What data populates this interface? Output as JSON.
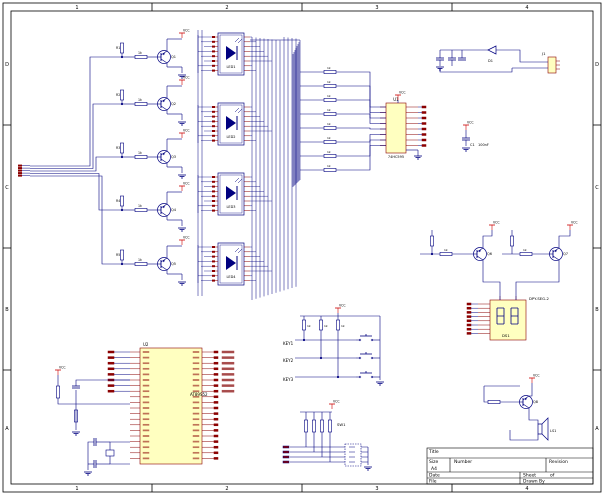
{
  "frame": {
    "col_labels": [
      "1",
      "2",
      "3",
      "4"
    ],
    "row_labels": [
      "D",
      "C",
      "B",
      "A"
    ]
  },
  "colors": {
    "wire": "#000080",
    "frame": "#000000",
    "component": "#000080",
    "pin": "#8b0000",
    "ic_fill": "#ffffc0",
    "power": "#cc0000",
    "net_label": "#800000",
    "junction": "#000080"
  },
  "power_labels": {
    "vcc": "VCC"
  },
  "matrices": [
    {
      "designator": "LED1",
      "icon": "led-matrix-icon"
    },
    {
      "designator": "LED2",
      "icon": "led-matrix-icon"
    },
    {
      "designator": "LED3",
      "icon": "led-matrix-icon"
    },
    {
      "designator": "LED4",
      "icon": "led-matrix-icon"
    }
  ],
  "left_transistors": [
    {
      "designator": "Q1",
      "base_resistor": "R1"
    },
    {
      "designator": "Q2",
      "base_resistor": "R2"
    },
    {
      "designator": "Q3",
      "base_resistor": "R3"
    },
    {
      "designator": "Q4",
      "base_resistor": "R4"
    },
    {
      "designator": "Q5",
      "base_resistor": "R5"
    }
  ],
  "resistor_value": "1k",
  "driver_ic": {
    "designator": "U1",
    "part": "74HC595"
  },
  "bypass_cap": {
    "designator": "C1",
    "value": "100nF"
  },
  "power_connector": {
    "designator": "J1",
    "diode": "D1"
  },
  "digit_transistors": [
    "Q6",
    "Q7"
  ],
  "seven_segment": {
    "designator": "DS1",
    "part": "DPY-SEG-2"
  },
  "keys": [
    "KEY1",
    "KEY2",
    "KEY3"
  ],
  "mcu": {
    "designator": "U2",
    "part": "AT89S52"
  },
  "buzzer": {
    "designator": "LS1",
    "transistor": "Q8"
  },
  "dip_switch": {
    "designator": "SW1"
  },
  "title_block": {
    "title_label": "Title",
    "size_label": "Size",
    "size_value": "A4",
    "number_label": "Number",
    "revision_label": "Revision",
    "date_label": "Date",
    "file_label": "File",
    "sheet_label": "Sheet",
    "of_label": "of",
    "drawn_by_label": "Drawn By"
  }
}
